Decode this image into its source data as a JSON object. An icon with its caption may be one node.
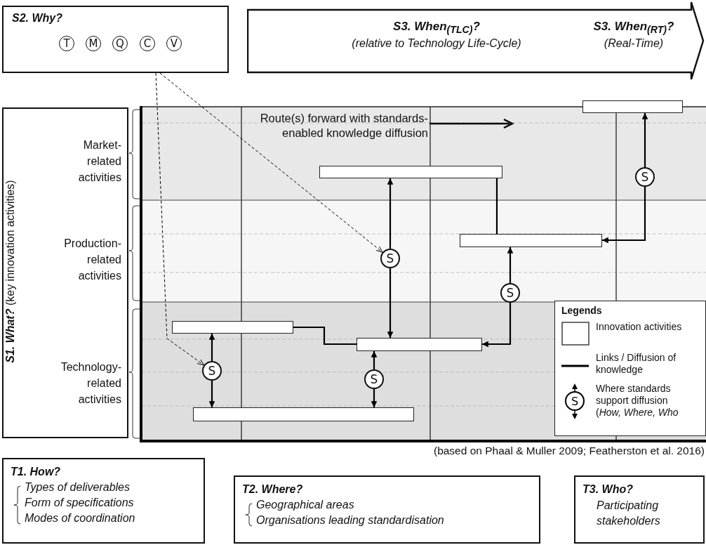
{
  "diagram": {
    "caption": "(based on Phaal & Muller 2009; Featherston et al. 2016)",
    "nodes": [
      {
        "text": [
          "S2. Why?"
        ]
      },
      {
        "text": [
          "T"
        ],
        "in": 0
      },
      {
        "text": [
          "M"
        ],
        "in": 0
      },
      {
        "text": [
          "Q"
        ],
        "in": 0
      },
      {
        "text": [
          "C"
        ],
        "in": 0
      },
      {
        "text": [
          "V"
        ],
        "in": 0
      },
      {
        "text": [
          "S3. When$_{(TLC)}$?",
          "(relative to Technology Life-Cycle)",
          "S3. When$_{(RT)}$?",
          "(Real-Time)"
        ]
      },
      {
        "text": [
          "**S1. What?** (key innovation activities)",
          "Market-related activities",
          "Production-related activities",
          "Technology-related activities"
        ]
      },
      {
        "text": [],
        "shape": "box"
      },
      {
        "text": [],
        "shape": "box"
      },
      {
        "text": [],
        "shape": "box"
      },
      {
        "text": [],
        "shape": "box"
      },
      {
        "text": [],
        "shape": "box"
      },
      {
        "text": [],
        "shape": "box"
      },
      {
        "text": [
          "S"
        ]
      },
      {
        "text": [
          "S"
        ]
      },
      {
        "text": [
          "S"
        ]
      },
      {
        "text": [
          "S"
        ]
      },
      {
        "text": [
          "S"
        ]
      },
      {
        "text": [
          "T1. How?",
          "Types of deliverables",
          "Form of specifications",
          "Modes of coordination"
        ]
      },
      {
        "text": [
          "T2. Where?",
          "Geographical areas",
          "Organisations leading standardisation"
        ]
      },
      {
        "text": [
          "T3. Who?",
          "Participating stakeholders"
        ]
      }
    ],
    "edges": [
      {
        "from": 15,
        "to": 9,
        "arrow": "to"
      },
      {
        "from": 15,
        "to": 12,
        "arrow": "to"
      },
      {
        "from": 9,
        "to": 10,
        "arrow": "none"
      },
      {
        "from": 16,
        "to": 10,
        "arrow": "to"
      },
      {
        "from": 16,
        "to": 12,
        "arrow": "to"
      },
      {
        "from": 14,
        "to": 8,
        "arrow": "to"
      },
      {
        "from": 14,
        "to": 10,
        "arrow": "to"
      },
      {
        "from": 11,
        "to": 12,
        "arrow": "none"
      },
      {
        "from": 17,
        "to": 11,
        "arrow": "to"
      },
      {
        "from": 17,
        "to": 13,
        "arrow": "to"
      },
      {
        "from": 18,
        "to": 12,
        "arrow": "to"
      },
      {
        "from": 18,
        "to": 13,
        "arrow": "to"
      },
      {
        "from": 0,
        "to": 17,
        "arrow": "to",
        "style": "dashed"
      },
      {
        "from": 0,
        "to": 15,
        "arrow": "to",
        "style": "dashed"
      }
    ],
    "labels": [
      "Route(s) forward with standards-enabled knowledge diffusion",
      "Legends",
      "S"
    ],
    "legend": [
      {
        "text": "Innovation activities"
      },
      {
        "text": "Links / Diffusion of knowledge"
      },
      {
        "text": "Where standards support diffusion (*How, Where, Who*"
      }
    ]
  }
}
